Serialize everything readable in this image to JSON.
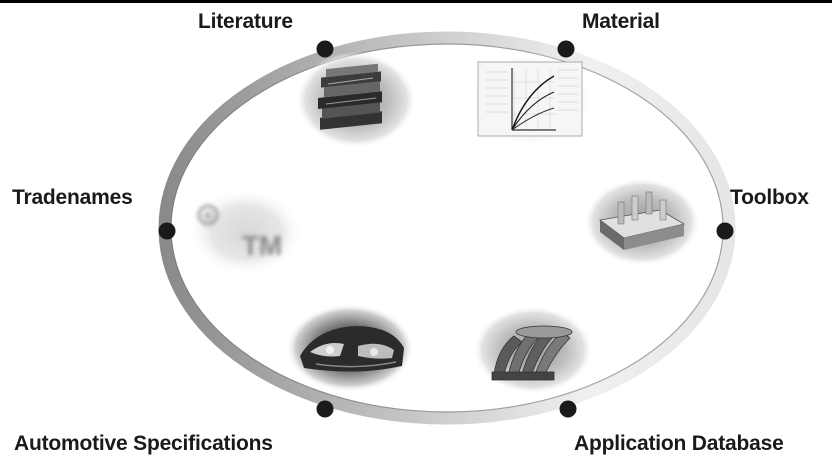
{
  "labels": {
    "literature": "Literature",
    "material": "Material",
    "tradenames": "Tradenames",
    "toolbox": "Toolbox",
    "automotive": "Automotive Specifications",
    "application": "Application Database"
  },
  "trademark": {
    "symbol": "TM",
    "registered": "®"
  },
  "colors": {
    "ring_light": "#eeeeee",
    "ring_dark": "#8a8a8a",
    "node": "#1a1a1a",
    "text": "#1a1a1a"
  }
}
